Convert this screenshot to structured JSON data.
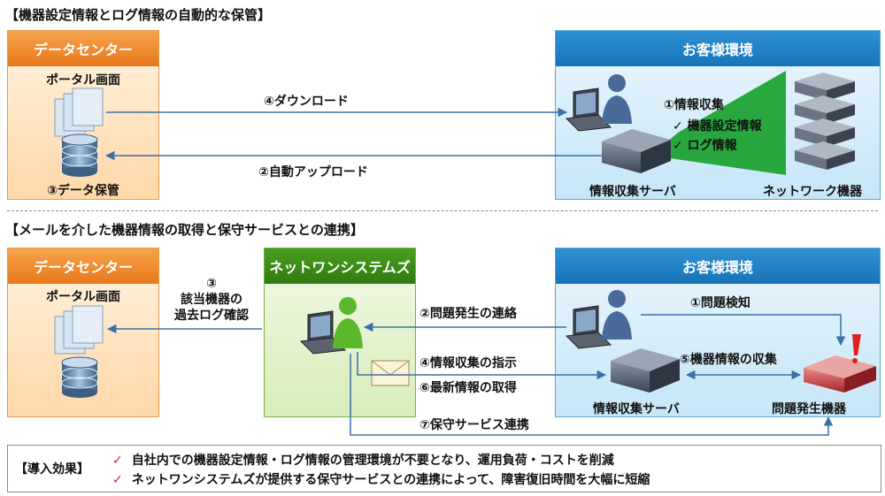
{
  "top": {
    "title": "【機器設定情報とログ情報の自動的な保管】",
    "datacenter": {
      "header": "データセンター",
      "portal": "ポータル画面",
      "storage": "③データ保管"
    },
    "customer": {
      "header": "お客様環境",
      "collect": "①情報収集",
      "item1": "✓ 機器設定情報",
      "item2": "✓ ログ情報",
      "server": "情報収集サーバ",
      "network": "ネットワーク機器"
    },
    "download": "④ダウンロード",
    "upload": "②自動アップロード"
  },
  "bottom": {
    "title": "【メールを介した機器情報の取得と保守サービスとの連携】",
    "datacenter": {
      "header": "データセンター",
      "portal": "ポータル画面"
    },
    "netone": {
      "header": "ネットワンシステムズ"
    },
    "customer": {
      "header": "お客様環境",
      "server": "情報収集サーバ",
      "faulty": "問題発生機器"
    },
    "step3_num": "③",
    "step3_line1": "該当機器の",
    "step3_line2": "過去ログ確認",
    "step1": "①問題検知",
    "step2": "②問題発生の連絡",
    "step4": "④情報収集の指示",
    "step5": "⑤機器情報の収集",
    "step6": "⑥最新情報の取得",
    "step7": "⑦保守サービス連携"
  },
  "effects": {
    "title": "【導入効果】",
    "line1": "自社内での機器設定情報・ログ情報の管理環境が不要となり、運用負荷・コストを削減",
    "line2": "ネットワンシステムズが提供する保守サービスとの連携によって、障害復旧時間を大幅に短縮"
  },
  "colors": {
    "datacenter": "#e8781a",
    "customer": "#1873b8",
    "netone": "#2f7a11",
    "arrow": "#3b6fa8",
    "alert": "#e01f1f",
    "beam": "#1fa335"
  }
}
